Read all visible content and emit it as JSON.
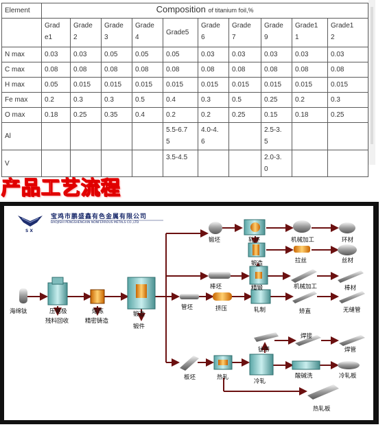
{
  "table": {
    "element_header": "Element",
    "composition_header": "Composition",
    "composition_suffix": "of titanium foil,%",
    "grades": [
      "Grad\ne1",
      "Grade\n2",
      "Grade\n3",
      "Grade\n4",
      "Grade5",
      "Grade\n6",
      "Grade\n7",
      "Grade\n9",
      "Grade1\n1",
      "Grade1\n2"
    ],
    "rows": [
      {
        "label": "N max",
        "values": [
          "0.03",
          "0.03",
          "0.05",
          "0.05",
          "0.05",
          "0.03",
          "0.03",
          "0.03",
          "0.03",
          "0.03"
        ]
      },
      {
        "label": "C max",
        "values": [
          "0.08",
          "0.08",
          "0.08",
          "0.08",
          "0.08",
          "0.08",
          "0.08",
          "0.08",
          "0.08",
          "0.08"
        ]
      },
      {
        "label": "H max",
        "values": [
          "0.05",
          "0.015",
          "0.015",
          "0.015",
          "0.015",
          "0.015",
          "0.015",
          "0.015",
          "0.015",
          "0.015"
        ]
      },
      {
        "label": "Fe max",
        "values": [
          "0.2",
          "0.3",
          "0.3",
          "0.5",
          "0.4",
          "0.3",
          "0.5",
          "0.25",
          "0.2",
          "0.3"
        ]
      },
      {
        "label": "O max",
        "values": [
          "0.18",
          "0.25",
          "0.35",
          "0.4",
          "0.2",
          "0.2",
          "0.25",
          "0.15",
          "0.18",
          "0.25"
        ]
      },
      {
        "label": "Al",
        "values": [
          "",
          "",
          "",
          "",
          "5.5-6.7\n5",
          "4.0-4.\n6",
          "",
          "2.5-3.\n5",
          "",
          ""
        ]
      },
      {
        "label": "V",
        "values": [
          "",
          "",
          "",
          "",
          "3.5-4.5",
          "",
          "",
          "2.0-3.\n0",
          "",
          ""
        ]
      }
    ]
  },
  "heading": "产品工艺流程",
  "flow": {
    "logo": {
      "cn": "宝鸡市鹏盛鑫有色金属有限公司",
      "en": "BAOJISHI PENGSHENGXIN NONFERROUS METALS CO.,LTD",
      "mark": "S X"
    },
    "labels": {
      "sponge": "海绵钛",
      "press": "压电极",
      "scrap": "残料回收",
      "melt": "熔炼",
      "casting": "精密铸造",
      "forge": "锻造",
      "forging": "锻件",
      "forge_blank": "锻坯",
      "roll_ring": "轧环",
      "machining1": "机械加工",
      "ring": "环材",
      "drawing": "拉丝",
      "wire": "丝材",
      "forged": "锻造",
      "rod_blank": "棒坯",
      "finishing": "精锻",
      "machining2": "机械加工",
      "bar": "棒材",
      "tube_blank": "管坯",
      "extrude": "挤压",
      "rolling": "轧制",
      "straight": "矫直",
      "seamless": "无缝管",
      "strip": "钛带",
      "welding": "焊接",
      "welded": "焊管",
      "slab": "板坯",
      "hot_roll": "热轧",
      "cold_roll": "冷轧",
      "pickle": "酸碱洗",
      "cold_plate": "冷轧板",
      "hot_plate": "热轧板"
    }
  }
}
